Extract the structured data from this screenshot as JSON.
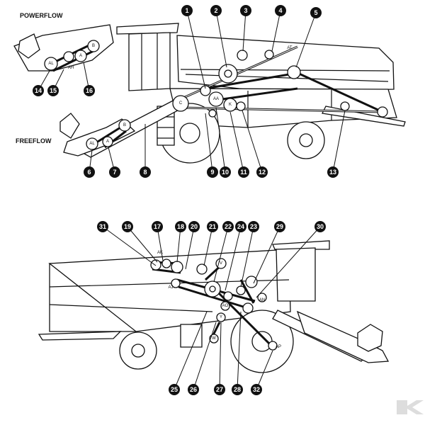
{
  "diagram": {
    "labels": {
      "powerflow": "POWERFLOW",
      "freeflow": "FREEFLOW"
    },
    "callouts_top": [
      "1",
      "2",
      "3",
      "4",
      "5",
      "6",
      "7",
      "8",
      "9",
      "10",
      "11",
      "12",
      "13",
      "14",
      "15",
      "16"
    ],
    "callouts_bottom": [
      "17",
      "18",
      "19",
      "20",
      "21",
      "22",
      "23",
      "24",
      "25",
      "26",
      "27",
      "28",
      "29",
      "30",
      "31",
      "32"
    ],
    "pulley_letters_top": [
      "A",
      "B",
      "C",
      "AT",
      "AL",
      "AH",
      "K",
      "AA"
    ],
    "pulley_letters_bottom": [
      "AK",
      "AJ",
      "AN",
      "AO",
      "AP",
      "W",
      "V",
      "Y"
    ],
    "logo_color": "#dddddd"
  }
}
